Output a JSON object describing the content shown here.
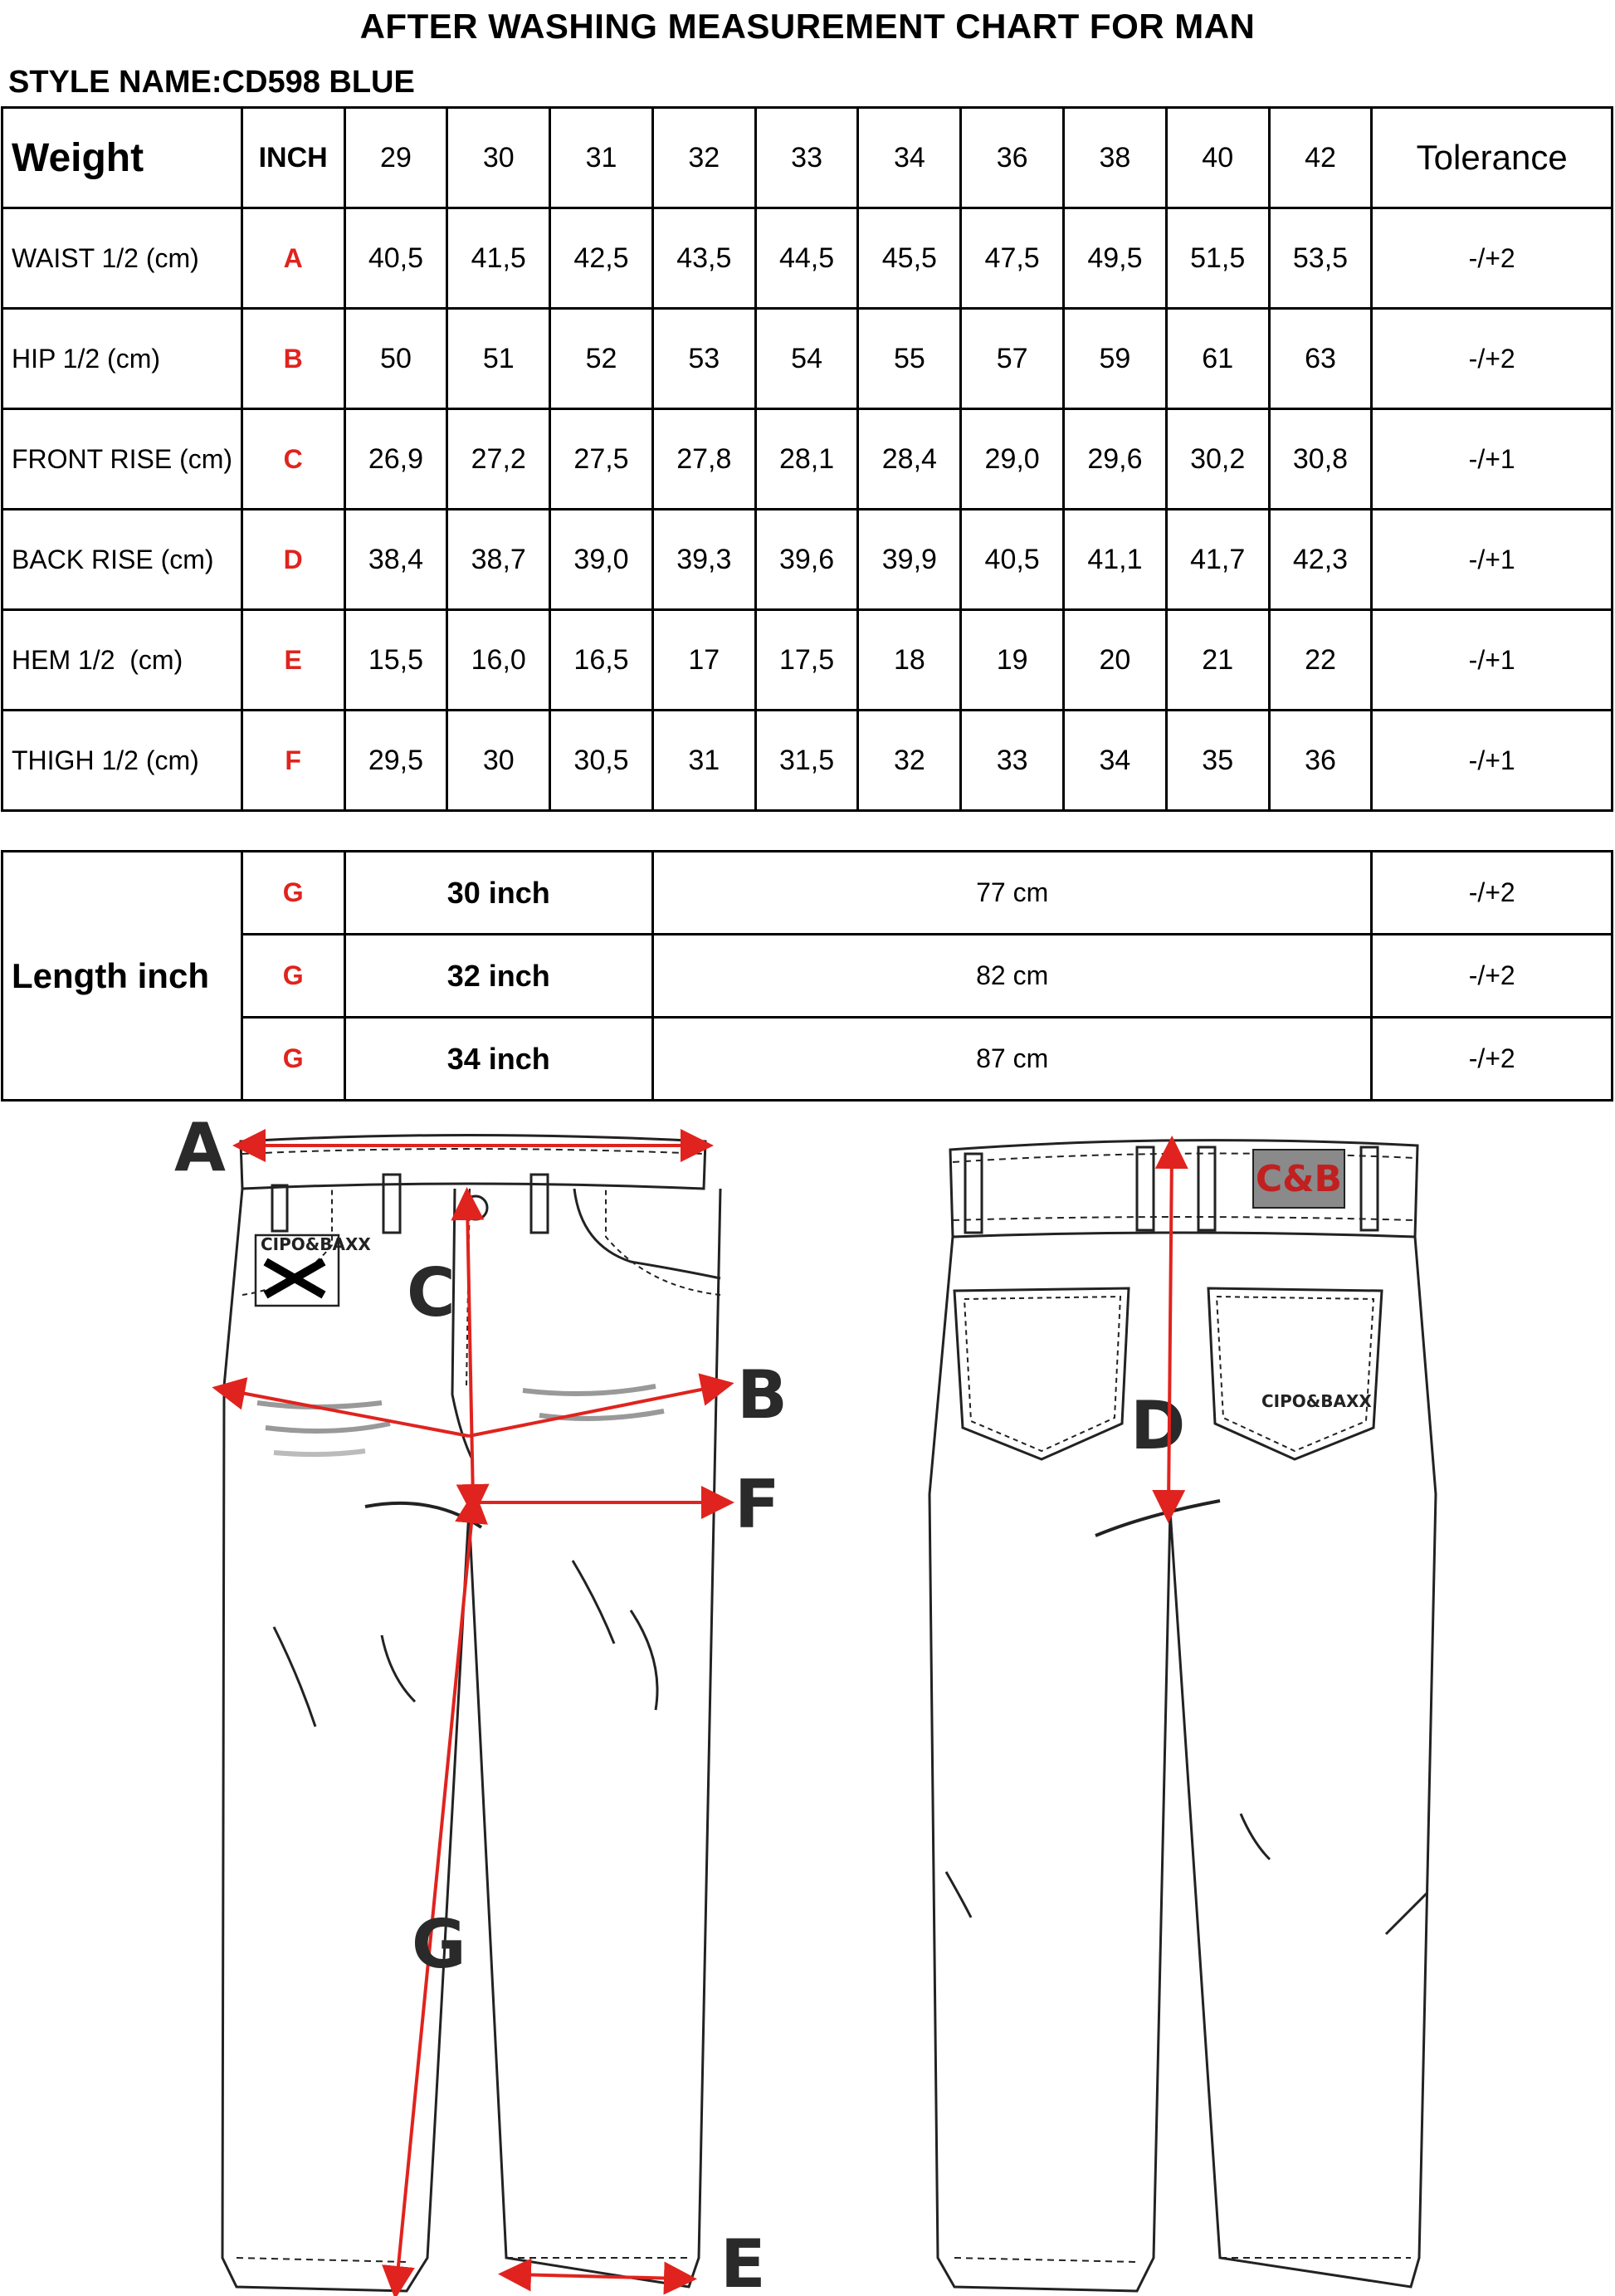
{
  "title": "AFTER WASHING MEASUREMENT CHART FOR MAN",
  "style_name": "STYLE NAME:CD598 BLUE",
  "size_table": {
    "header": {
      "weight": "Weight",
      "inch": "INCH",
      "sizes": [
        "29",
        "30",
        "31",
        "32",
        "33",
        "34",
        "36",
        "38",
        "40",
        "42"
      ],
      "tolerance": "Tolerance"
    },
    "rows": [
      {
        "label": "WAIST 1/2 (cm)",
        "letter": "A",
        "values": [
          "40,5",
          "41,5",
          "42,5",
          "43,5",
          "44,5",
          "45,5",
          "47,5",
          "49,5",
          "51,5",
          "53,5"
        ],
        "tolerance": "-/+2"
      },
      {
        "label": "HIP 1/2 (cm)",
        "letter": "B",
        "values": [
          "50",
          "51",
          "52",
          "53",
          "54",
          "55",
          "57",
          "59",
          "61",
          "63"
        ],
        "tolerance": "-/+2"
      },
      {
        "label": "FRONT RISE (cm)",
        "letter": "C",
        "values": [
          "26,9",
          "27,2",
          "27,5",
          "27,8",
          "28,1",
          "28,4",
          "29,0",
          "29,6",
          "30,2",
          "30,8"
        ],
        "tolerance": "-/+1"
      },
      {
        "label": "BACK RISE (cm)",
        "letter": "D",
        "values": [
          "38,4",
          "38,7",
          "39,0",
          "39,3",
          "39,6",
          "39,9",
          "40,5",
          "41,1",
          "41,7",
          "42,3"
        ],
        "tolerance": "-/+1"
      },
      {
        "label": "HEM 1/2  (cm)",
        "letter": "E",
        "values": [
          "15,5",
          "16,0",
          "16,5",
          "17",
          "17,5",
          "18",
          "19",
          "20",
          "21",
          "22"
        ],
        "tolerance": "-/+1"
      },
      {
        "label": "THIGH 1/2 (cm)",
        "letter": "F",
        "values": [
          "29,5",
          "30",
          "30,5",
          "31",
          "31,5",
          "32",
          "33",
          "34",
          "35",
          "36"
        ],
        "tolerance": "-/+1"
      }
    ]
  },
  "length_table": {
    "label": "Length inch",
    "rows": [
      {
        "letter": "G",
        "inch": "30 inch",
        "cm": "77 cm",
        "tolerance": "-/+2"
      },
      {
        "letter": "G",
        "inch": "32 inch",
        "cm": "82 cm",
        "tolerance": "-/+2"
      },
      {
        "letter": "G",
        "inch": "34 inch",
        "cm": "87 cm",
        "tolerance": "-/+2"
      }
    ]
  },
  "illustration": {
    "labels": [
      "A",
      "B",
      "C",
      "D",
      "E",
      "F",
      "G"
    ],
    "brand_patch": "CIPO&BAXX",
    "back_label": "C&B",
    "back_pocket_brand": "CIPO&BAXX",
    "arrow_color": "#e0231e"
  }
}
